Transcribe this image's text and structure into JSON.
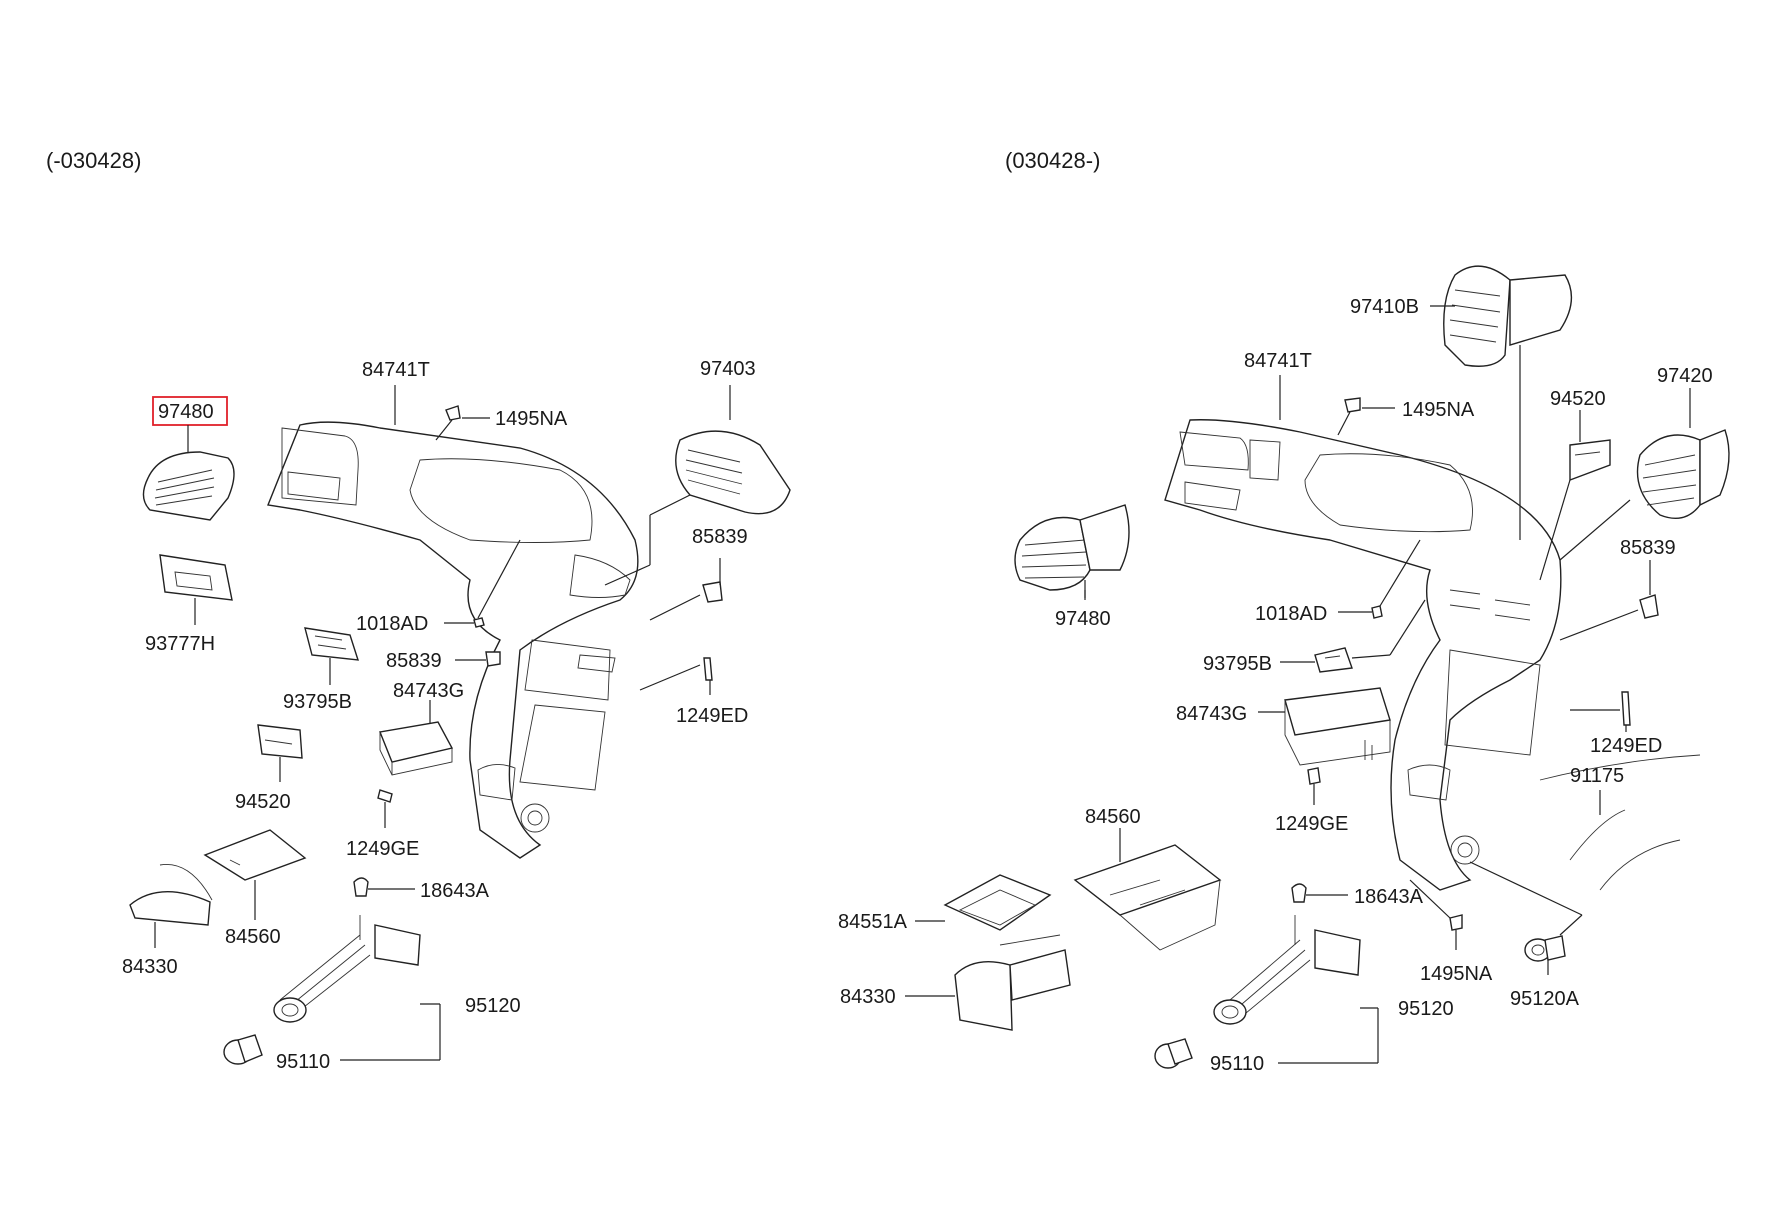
{
  "left_panel": {
    "title": "(-030428)",
    "labels": {
      "p97480": "97480",
      "p84741T": "84741T",
      "p1495NA": "1495NA",
      "p97403": "97403",
      "p93777H": "93777H",
      "p85839a": "85839",
      "p1018AD": "1018AD",
      "p85839b": "85839",
      "p93795B": "93795B",
      "p84743G": "84743G",
      "p1249ED": "1249ED",
      "p94520": "94520",
      "p1249GE": "1249GE",
      "p18643A": "18643A",
      "p84560": "84560",
      "p84330": "84330",
      "p95120": "95120",
      "p95110": "95110"
    }
  },
  "right_panel": {
    "title": "(030428-)",
    "labels": {
      "p97410B": "97410B",
      "p84741T": "84741T",
      "p1495NA": "1495NA",
      "p94520": "94520",
      "p97420": "97420",
      "p97480": "97480",
      "p85839": "85839",
      "p1018AD": "1018AD",
      "p93795B": "93795B",
      "p84743G": "84743G",
      "p1249ED": "1249ED",
      "p91175": "91175",
      "p1249GE": "1249GE",
      "p84560": "84560",
      "p84551A": "84551A",
      "p18643A": "18643A",
      "p84330": "84330",
      "p1495NA2": "1495NA",
      "p95120": "95120",
      "p95120A": "95120A",
      "p95110": "95110"
    }
  },
  "highlight_color": "#e0202a"
}
